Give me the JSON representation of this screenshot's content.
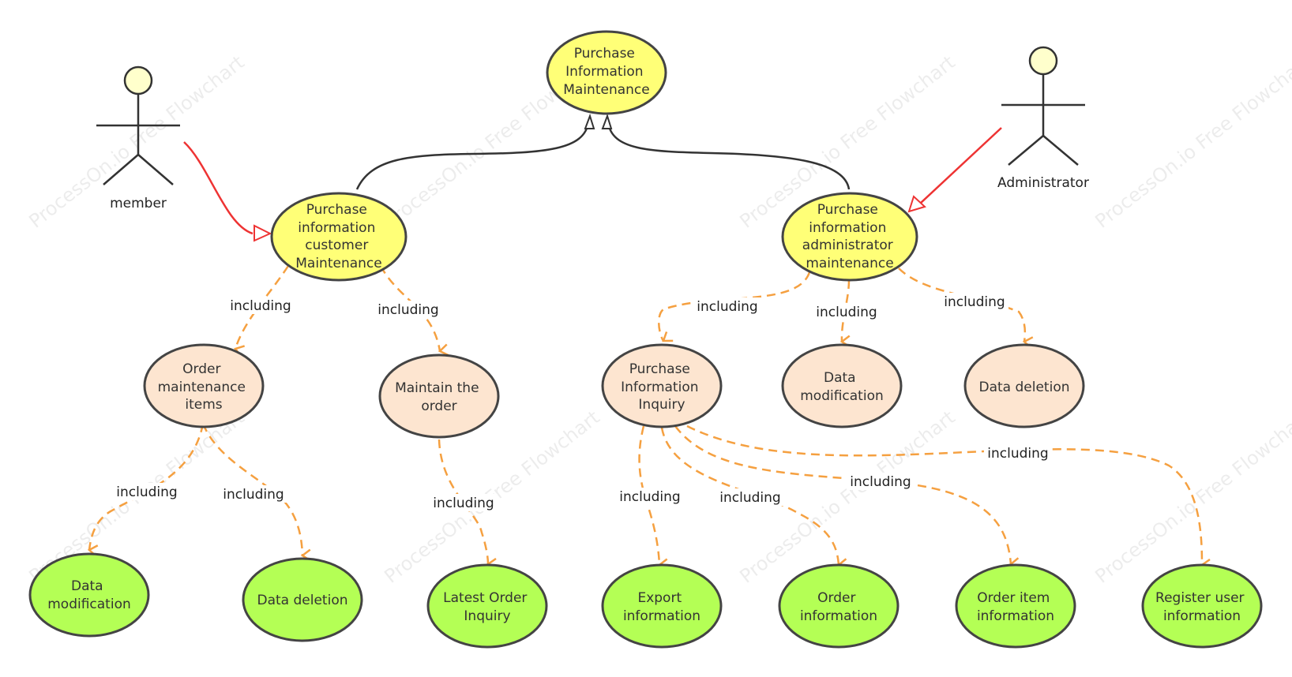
{
  "colors": {
    "top": "#ffff77",
    "mid": "#fde5d0",
    "leaf": "#b4ff55",
    "stroke": "#444444",
    "include_edge": "#f5a040",
    "actor_edge": "#ee3333",
    "actor_head": "#ffffcc"
  },
  "watermark": {
    "text": "ProcessOn.io Free Flowchart"
  },
  "actors": {
    "member": {
      "label": "member"
    },
    "admin": {
      "label": "Administrator"
    }
  },
  "nodes": {
    "purchase_info_maintenance": [
      "Purchase",
      "Information",
      "Maintenance"
    ],
    "customer_maintenance": [
      "Purchase",
      "information",
      "customer",
      "Maintenance"
    ],
    "admin_maintenance": [
      "Purchase",
      "information",
      "administrator",
      "maintenance"
    ],
    "order_maintenance_items": [
      "Order",
      "maintenance",
      "items"
    ],
    "maintain_the_order": [
      "Maintain the",
      "order"
    ],
    "purchase_info_inquiry": [
      "Purchase",
      "Information",
      "Inquiry"
    ],
    "admin_data_modification": [
      "Data",
      "modification"
    ],
    "admin_data_deletion": [
      "Data deletion"
    ],
    "data_modification": [
      "Data",
      "modification"
    ],
    "data_deletion": [
      "Data deletion"
    ],
    "latest_order_inquiry": [
      "Latest Order",
      "Inquiry"
    ],
    "export_information": [
      "Export",
      "information"
    ],
    "order_information": [
      "Order",
      "information"
    ],
    "order_item_information": [
      "Order item",
      "information"
    ],
    "register_user_information": [
      "Register user",
      "information"
    ]
  },
  "edge_labels": {
    "include": "including"
  }
}
